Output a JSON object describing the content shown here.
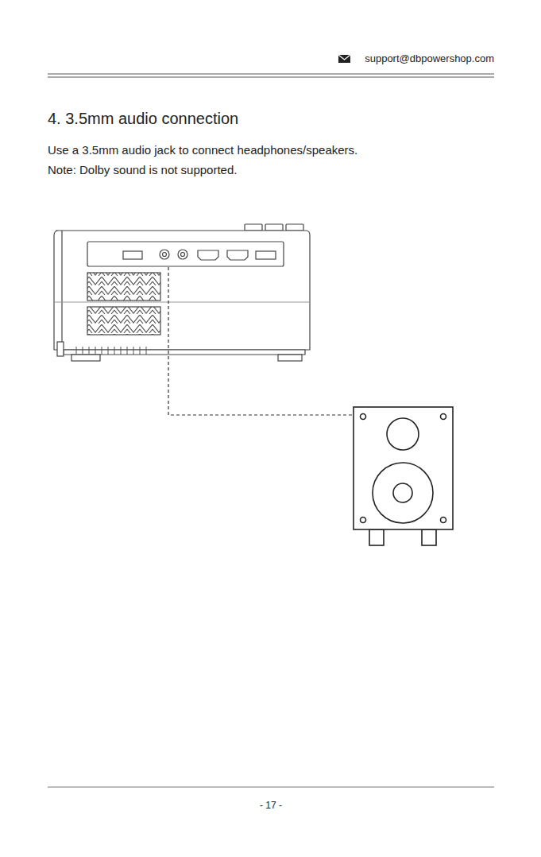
{
  "diagram": {
    "title": "4. 3.5mm audio connection",
    "labels": [
      "support@dbpowershop.com",
      "Use a 3.5mm audio jack to connect headphones/speakers.",
      "Note: Dolby sound is not supported.",
      "- 17 -"
    ]
  }
}
